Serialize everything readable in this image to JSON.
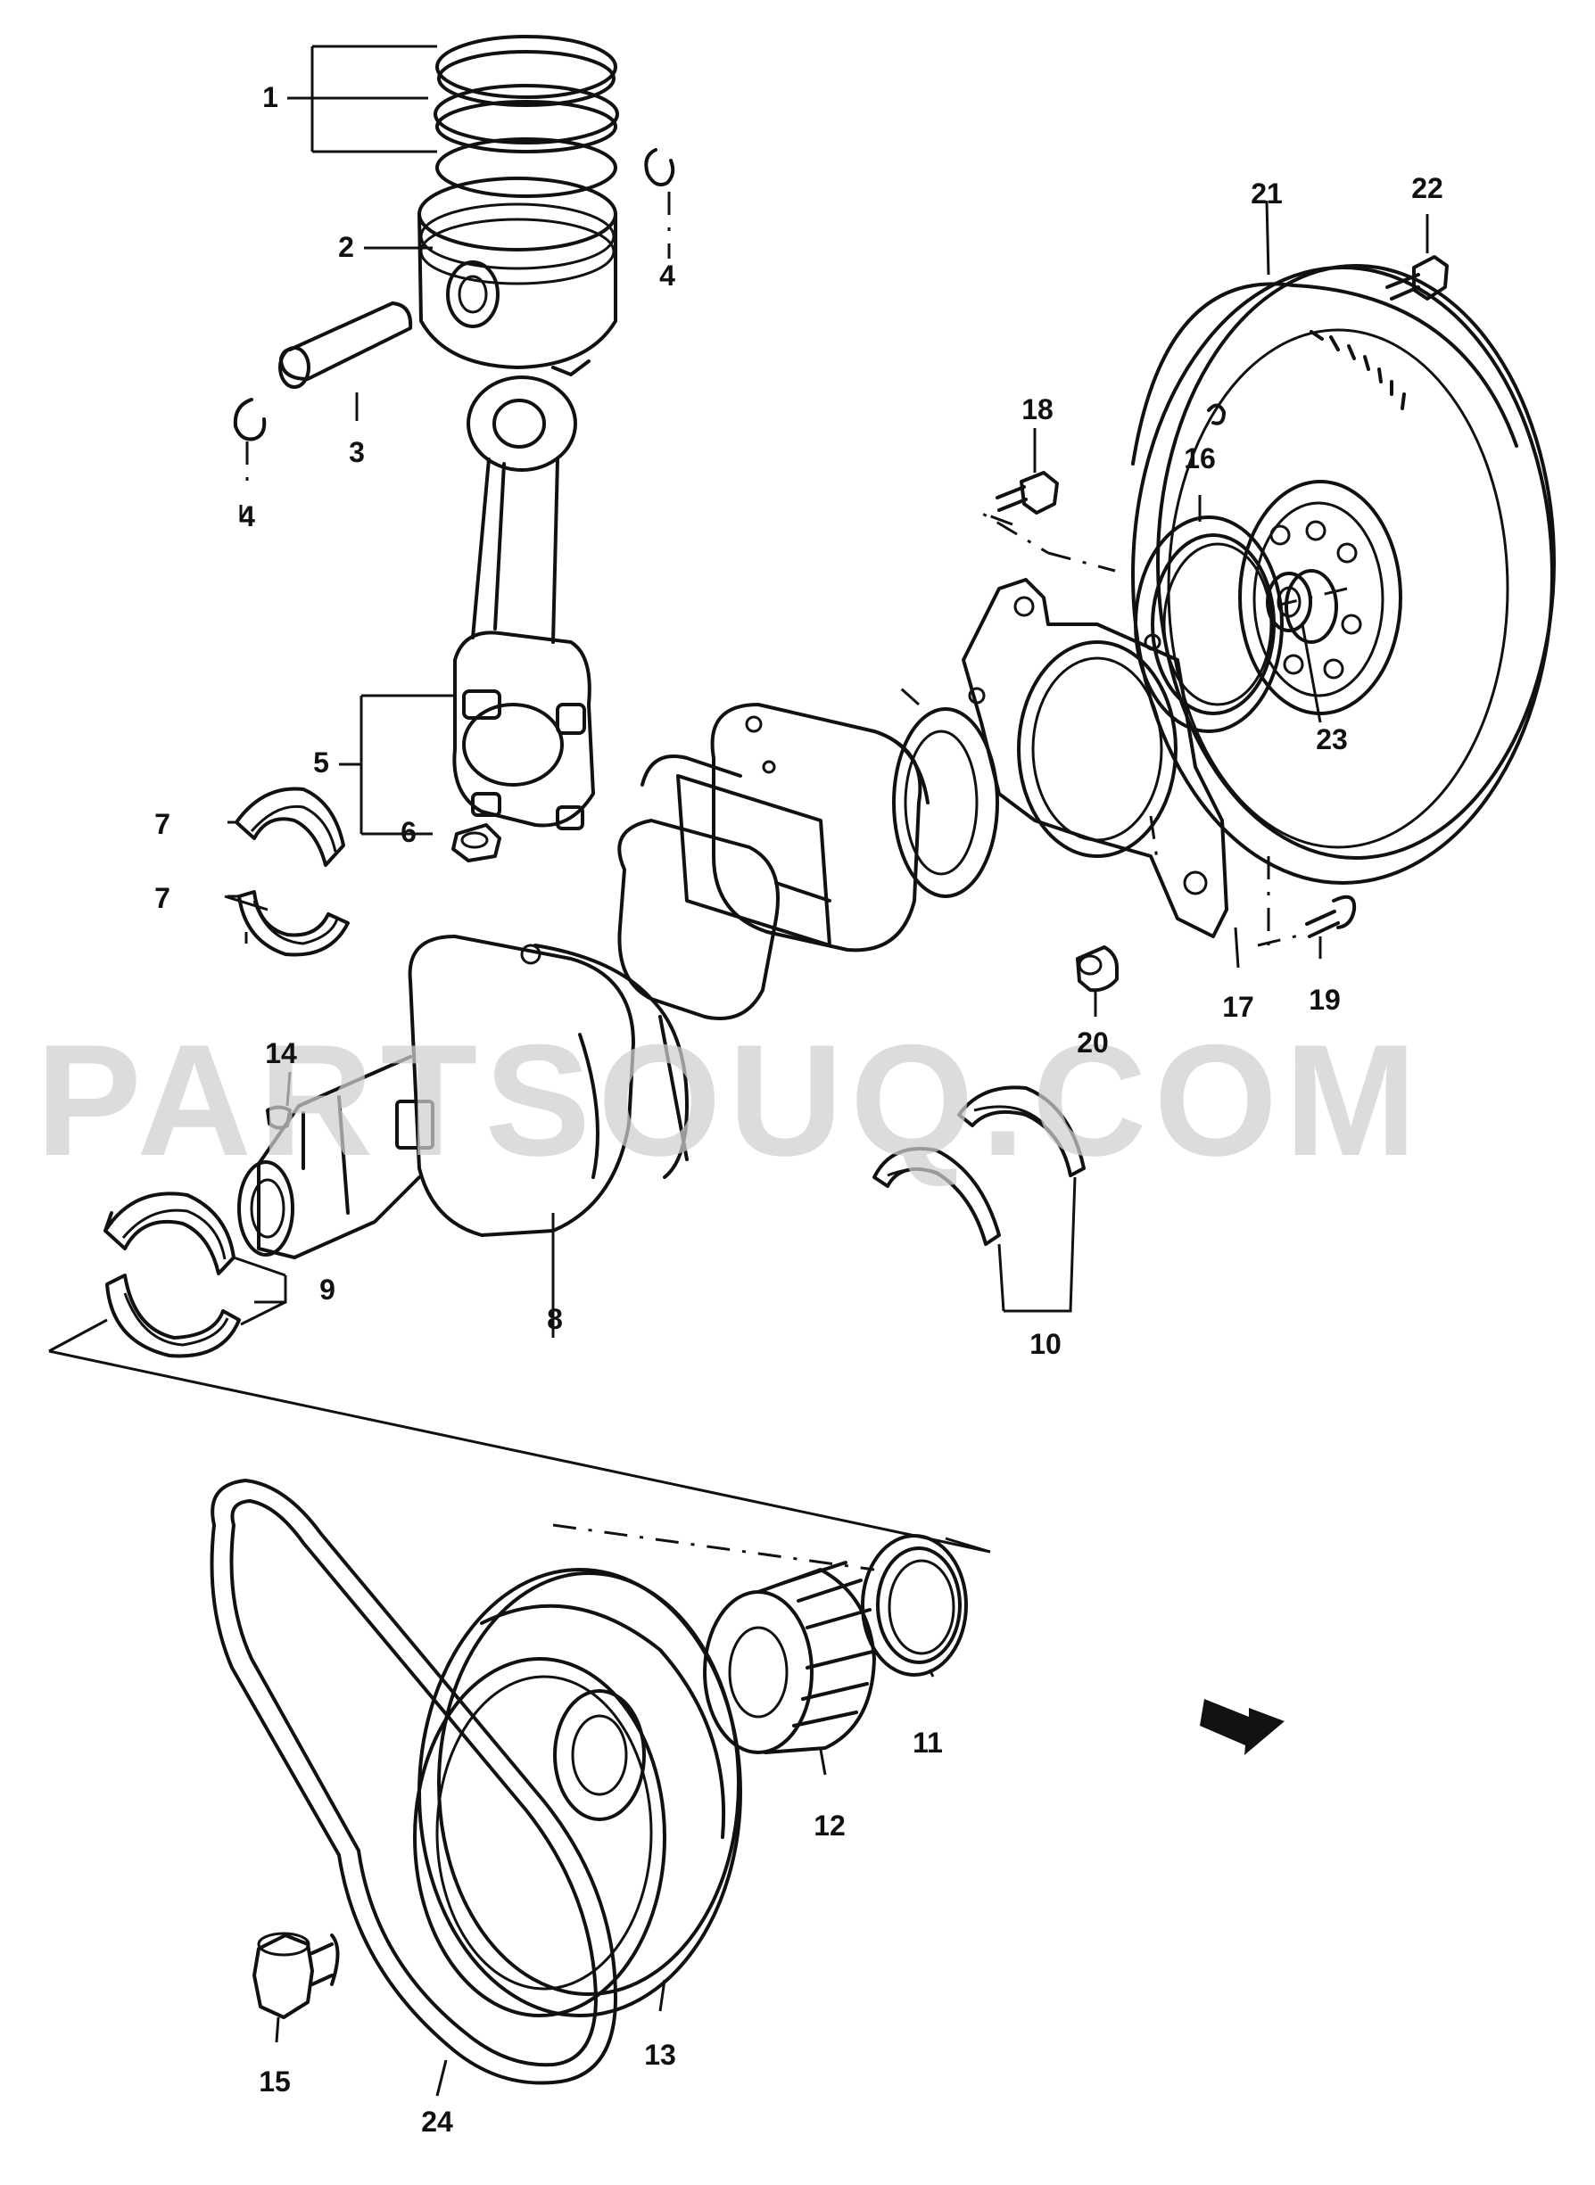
{
  "watermark": "PARTSOUQ.COM",
  "callouts": {
    "c1": "1",
    "c2": "2",
    "c3": "3",
    "c4a": "4",
    "c4b": "4",
    "c5": "5",
    "c6": "6",
    "c7a": "7",
    "c7b": "7",
    "c8": "8",
    "c9": "9",
    "c10": "10",
    "c11": "11",
    "c12": "12",
    "c13": "13",
    "c14": "14",
    "c15": "15",
    "c16": "16",
    "c17": "17",
    "c18": "18",
    "c19": "19",
    "c20": "20",
    "c21": "21",
    "c22": "22",
    "c23": "23",
    "c24": "24"
  },
  "parts": [
    {
      "ref": "1",
      "name": "piston-rings"
    },
    {
      "ref": "2",
      "name": "piston"
    },
    {
      "ref": "3",
      "name": "piston-pin"
    },
    {
      "ref": "4",
      "name": "pin-circlip"
    },
    {
      "ref": "5",
      "name": "connecting-rod"
    },
    {
      "ref": "6",
      "name": "rod-nut"
    },
    {
      "ref": "7",
      "name": "rod-bearing"
    },
    {
      "ref": "8",
      "name": "crankshaft"
    },
    {
      "ref": "9",
      "name": "main-bearing"
    },
    {
      "ref": "10",
      "name": "thrust-washer"
    },
    {
      "ref": "11",
      "name": "front-oil-seal"
    },
    {
      "ref": "12",
      "name": "timing-sprocket"
    },
    {
      "ref": "13",
      "name": "crank-pulley"
    },
    {
      "ref": "14",
      "name": "woodruff-key"
    },
    {
      "ref": "15",
      "name": "pulley-bolt"
    },
    {
      "ref": "16",
      "name": "rear-oil-seal"
    },
    {
      "ref": "17",
      "name": "oil-seal-housing"
    },
    {
      "ref": "18",
      "name": "housing-bolt"
    },
    {
      "ref": "19",
      "name": "housing-bolt"
    },
    {
      "ref": "20",
      "name": "dowel"
    },
    {
      "ref": "21",
      "name": "flywheel"
    },
    {
      "ref": "22",
      "name": "flywheel-bolt"
    },
    {
      "ref": "23",
      "name": "pilot-bearing"
    },
    {
      "ref": "24",
      "name": "v-belt"
    }
  ],
  "icons": {
    "front-arrow": "fwd-arrow-icon"
  }
}
